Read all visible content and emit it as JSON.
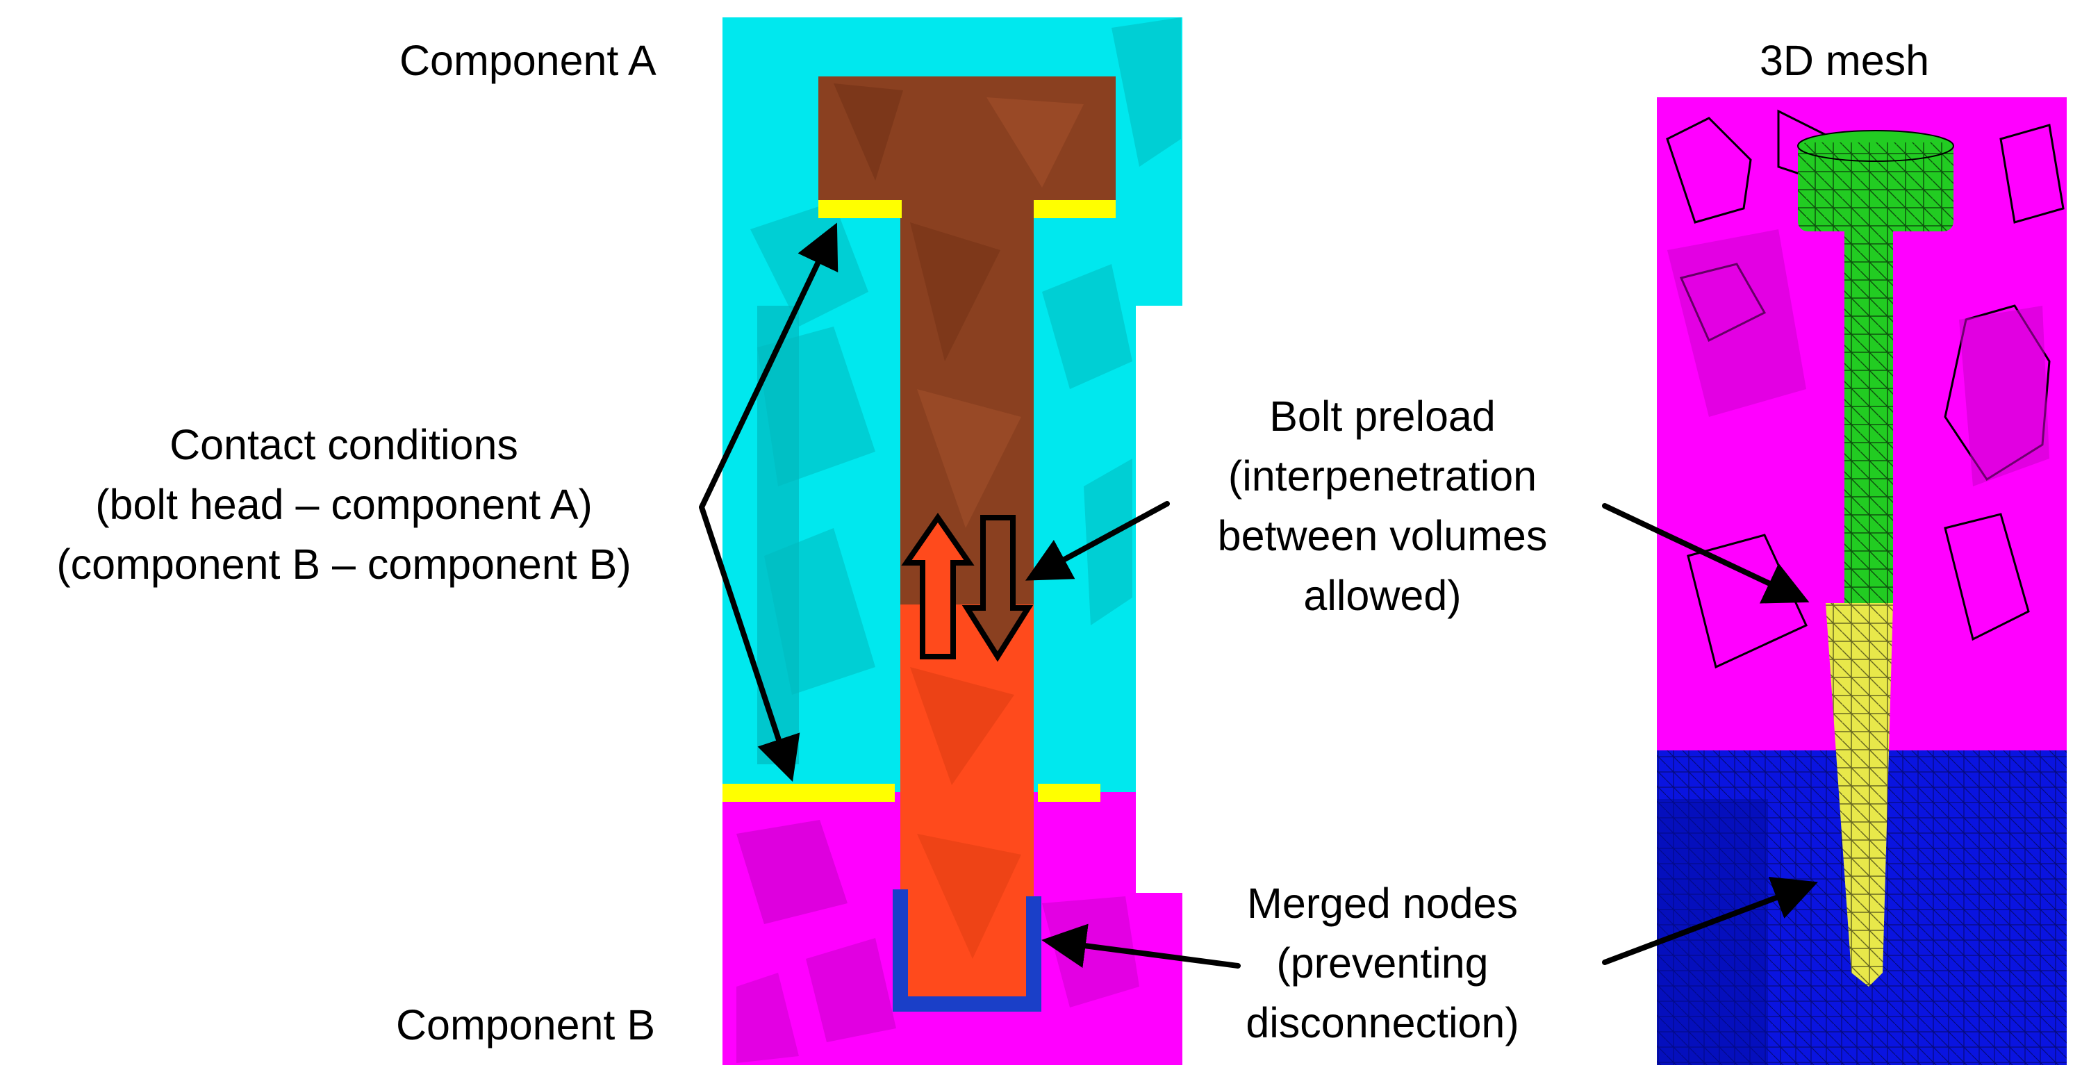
{
  "labels": {
    "component_a": "Component A",
    "component_b": "Component B",
    "mesh_title": "3D mesh",
    "contact": [
      "Contact conditions",
      "(bolt head – component A)",
      "(component B – component B)"
    ],
    "preload": [
      "Bolt preload",
      "(interpenetration",
      "between volumes",
      "allowed)"
    ],
    "merged": [
      "Merged nodes",
      "(preventing",
      "disconnection)"
    ]
  },
  "colors": {
    "component_a": "#00e8ee",
    "component_a_dark": "#00b9bf",
    "component_b": "#ff00ff",
    "bolt_upper": "#8a4020",
    "bolt_lower": "#ff4a1c",
    "contact_line": "#ffff00",
    "merged_nodes": "#1a3fc8",
    "mesh_bolt_head": "#22cc22",
    "mesh_bolt_shank": "#e8e84a",
    "mesh_lower_part": "#0a14e0",
    "arrow": "#000000"
  }
}
